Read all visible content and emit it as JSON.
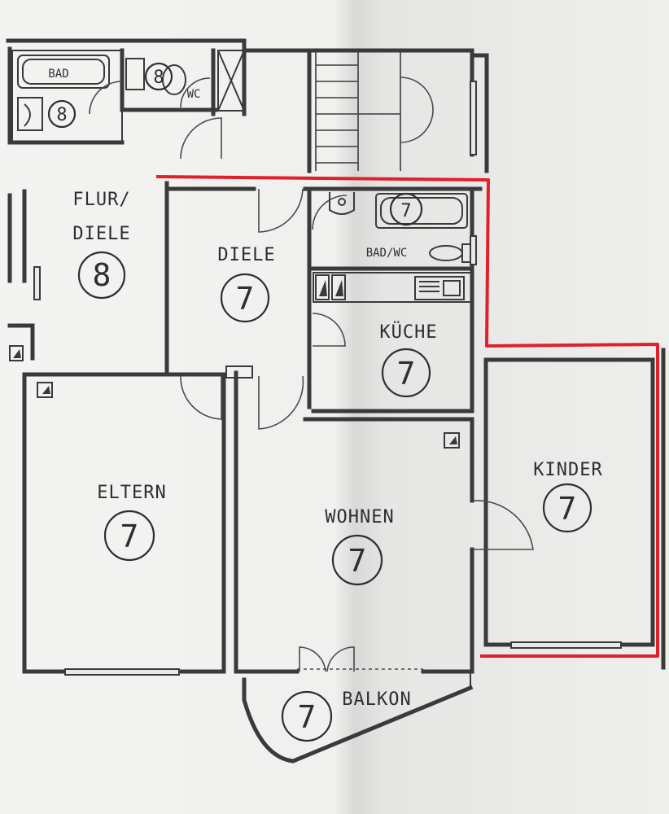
{
  "plan": {
    "rooms": {
      "flur_diele_line1": "FLUR/",
      "flur_diele_line2": "DIELE",
      "flur_diele_number": "8",
      "bad": "BAD",
      "bad_number_1": "8",
      "bad_number_2": "8",
      "wc": "WC",
      "diele": "DIELE",
      "diele_number": "7",
      "bad_wc": "BAD/WC",
      "bad_wc_number": "7",
      "kueche": "KÜCHE",
      "kueche_number": "7",
      "eltern": "ELTERN",
      "eltern_number": "7",
      "wohnen": "WOHNEN",
      "wohnen_number": "7",
      "kinder": "KINDER",
      "kinder_number": "7",
      "balkon": "BALKON",
      "balkon_number": "7"
    },
    "colors": {
      "highlight": "#e0202a",
      "walls": "#3a3a3a",
      "paper": "#f1f1ef"
    }
  }
}
